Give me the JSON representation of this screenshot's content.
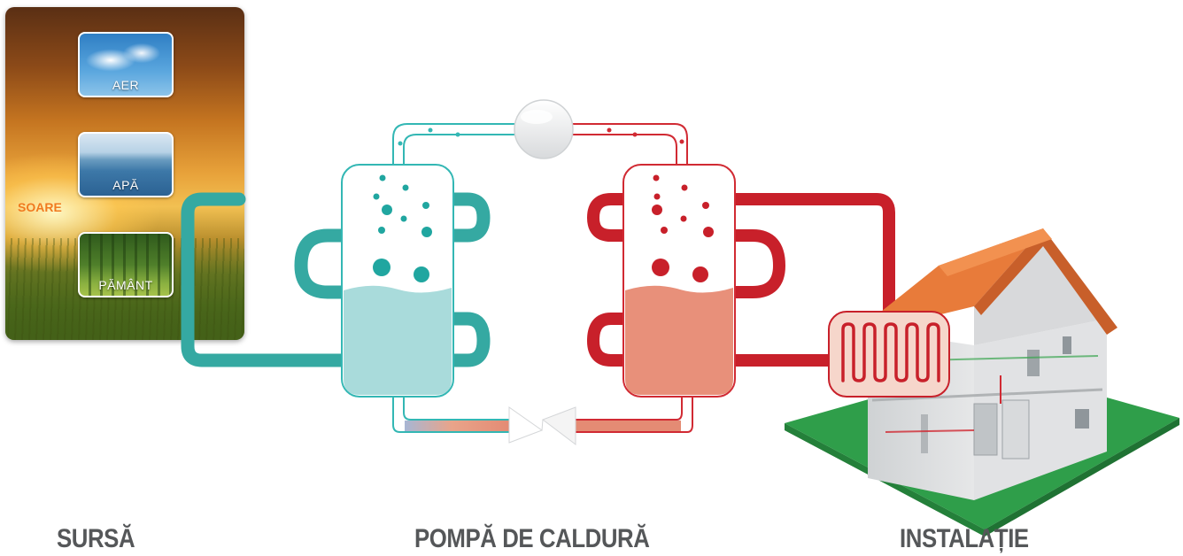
{
  "source": {
    "sun_label": "SOARE",
    "tiles": [
      {
        "label": "AER",
        "icon": "air-sky-photo"
      },
      {
        "label": "APĂ",
        "icon": "water-lake-photo"
      },
      {
        "label": "PĂMÂNT",
        "icon": "ground-forest-photo"
      }
    ]
  },
  "captions": {
    "source": "SURSĂ",
    "pump": "POMPĂ DE CALDURĂ",
    "installation": "INSTALAȚIE"
  },
  "colors": {
    "cold_loop": "#35a9a2",
    "cold_outline": "#33b7b4",
    "cold_liquid": "#a9dbdb",
    "hot_loop": "#c8202a",
    "hot_outline": "#d12a33",
    "hot_liquid": "#e8907a",
    "caption_text": "#555759",
    "sun_label": "#f07a1e",
    "ground": "#2f9e4a"
  }
}
